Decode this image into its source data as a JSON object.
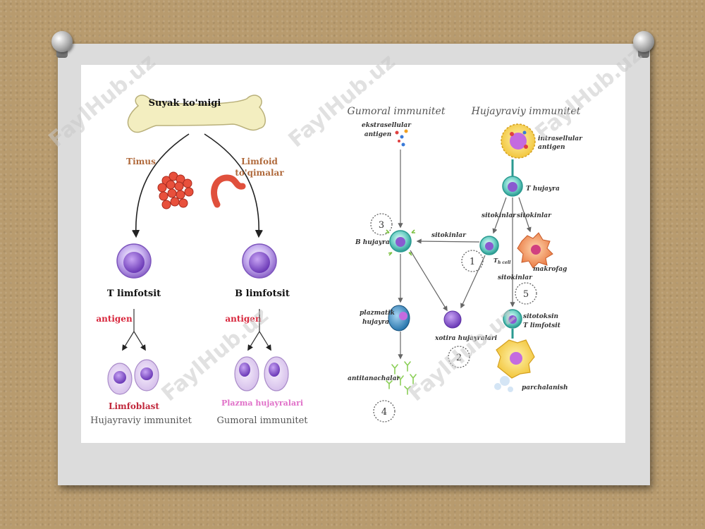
{
  "watermark": "FaylHub.uz",
  "left": {
    "bone_label": "Suyak ko'migi",
    "timus": "Timus",
    "limfoid": [
      "Limfoid",
      "to'qimalar"
    ],
    "t_cell": "T limfotsit",
    "b_cell": "B limfotsit",
    "antigen_left": "antigen",
    "antigen_right": "antigen",
    "limfoblast": "Limfoblast",
    "plazma": "Plazma hujayralari",
    "hujayraviy": "Hujayraviy immunitet",
    "gumoral": "Gumoral immunitet"
  },
  "right": {
    "title_gumoral": "Gumoral immunitet",
    "title_hujayraviy": "Hujayraviy immunitet",
    "ekstra": [
      "ekstrasellular",
      "antigen"
    ],
    "intra": [
      "intrasellular",
      "antigen"
    ],
    "t_hujayra": "T hujayra",
    "b_hujayra": "B hujayra",
    "sitokinlar_1": "sitokinlar",
    "sitokinlar_2": "sitokinlar",
    "sitokinlar_3": "sitokinlar",
    "sitokinlar_4": "sitokinlar",
    "th_cell": "T",
    "th_sub": "h cell",
    "makrofag": "makrofag",
    "plazmatik": [
      "plazmatik",
      "hujayra"
    ],
    "xotira": "xotira hujayralari",
    "sitotoksik": [
      "sitotoksin",
      "T limfotsit"
    ],
    "antitanachalar": "antitanachalar",
    "parchalanish": "parchalanish",
    "num1": "1",
    "num2": "2",
    "num3": "3",
    "num4": "4",
    "num5": "5"
  },
  "colors": {
    "brown_label": "#b06a3c",
    "antigen_red": "#d8263c",
    "plazma_pink": "#e070c8",
    "limfoblast_red": "#c0263a",
    "text_gray": "#555555",
    "cell_purple": "#a07cd8",
    "cell_teal": "#4ab8b0"
  }
}
